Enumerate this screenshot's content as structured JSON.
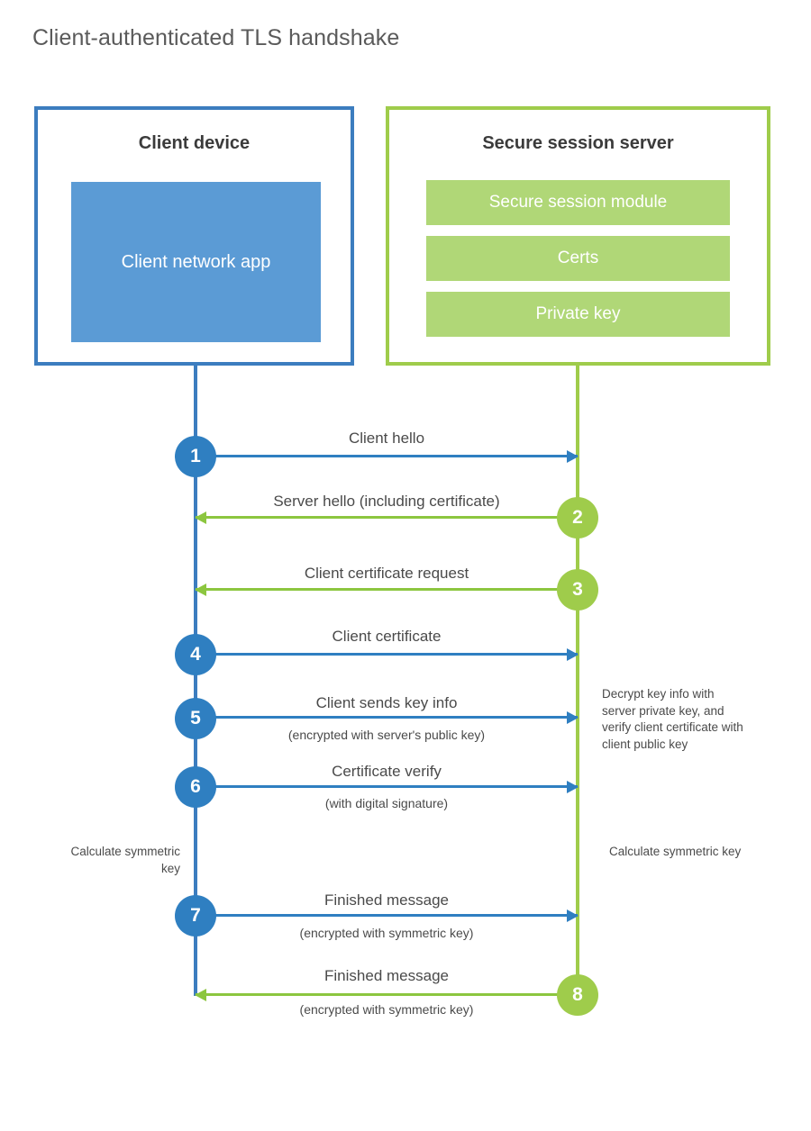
{
  "title": "Client-authenticated TLS handshake",
  "colors": {
    "client_border": "#3c7dbf",
    "client_fill": "#5b9bd5",
    "client_accent": "#2f7fc1",
    "server_border": "#9fcc4b",
    "server_fill": "#b0d777",
    "server_accent": "#8cc63f",
    "title_text": "#5a5a5a",
    "body_text": "#4a4a4a",
    "background": "#ffffff"
  },
  "client": {
    "title": "Client device",
    "app_label": "Client network app"
  },
  "server": {
    "title": "Secure session server",
    "components": [
      "Secure session module",
      "Certs",
      "Private key"
    ]
  },
  "steps": [
    {
      "number": "1",
      "label": "Client hello",
      "sublabel": "",
      "direction": "client-to-server"
    },
    {
      "number": "2",
      "label": "Server hello (including certificate)",
      "sublabel": "",
      "direction": "server-to-client"
    },
    {
      "number": "3",
      "label": "Client certificate request",
      "sublabel": "",
      "direction": "server-to-client"
    },
    {
      "number": "4",
      "label": "Client certificate",
      "sublabel": "",
      "direction": "client-to-server"
    },
    {
      "number": "5",
      "label": "Client sends key info",
      "sublabel": "(encrypted with server's public key)",
      "direction": "client-to-server"
    },
    {
      "number": "6",
      "label": "Certificate verify",
      "sublabel": "(with digital signature)",
      "direction": "client-to-server"
    },
    {
      "number": "7",
      "label": "Finished message",
      "sublabel": "(encrypted with symmetric key)",
      "direction": "client-to-server"
    },
    {
      "number": "8",
      "label": "Finished message",
      "sublabel": "(encrypted with symmetric key)",
      "direction": "server-to-client"
    }
  ],
  "annotations": {
    "server_decrypt_note": "Decrypt key info with server private key, and verify client certificate with client public key",
    "client_calc_note": "Calculate symmetric key",
    "server_calc_note": "Calculate symmetric key"
  }
}
